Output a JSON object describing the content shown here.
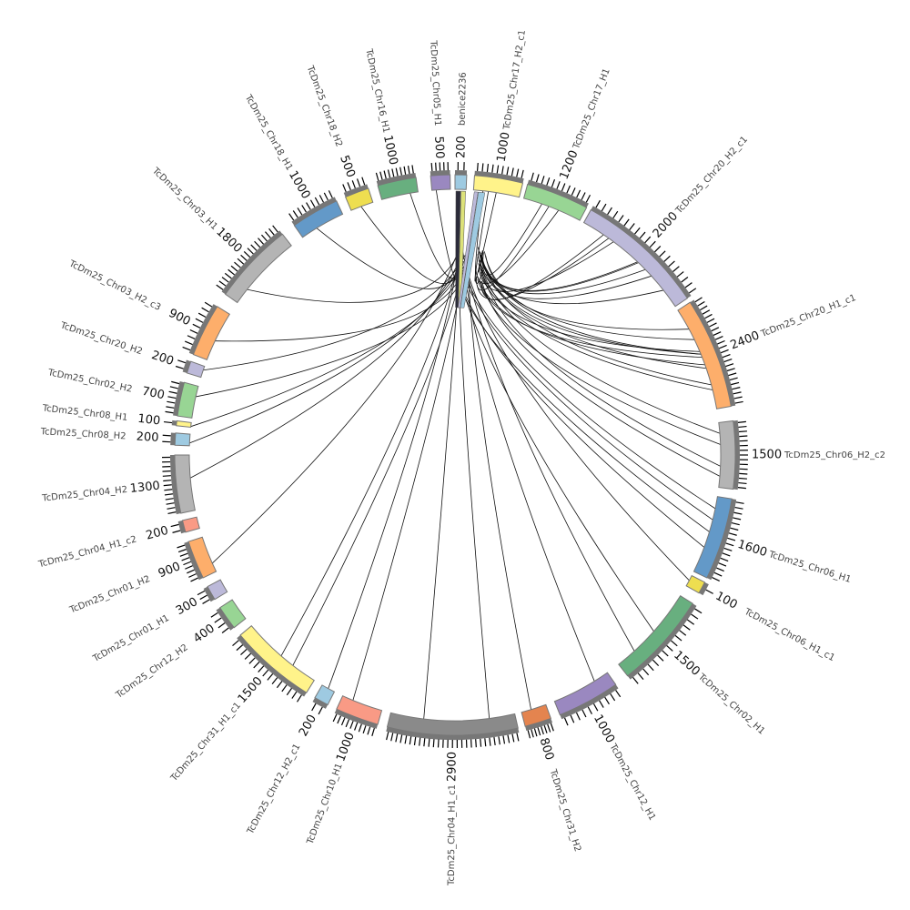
{
  "title": "",
  "chart_data": {
    "type": "circos",
    "segments": [
      {
        "name": "benice2236",
        "color": "#9ecae1",
        "max": 200
      },
      {
        "name": "TcDm25_Chr17_H2_c1",
        "color": "#fff38a",
        "max": 1000
      },
      {
        "name": "TcDm25_Chr17_H1",
        "color": "#98d594",
        "max": 1200
      },
      {
        "name": "TcDm25_Chr20_H2_c1",
        "color": "#bcb9d9",
        "max": 2000
      },
      {
        "name": "TcDm25_Chr20_H1_c1",
        "color": "#fdae6b",
        "max": 2400
      },
      {
        "name": "TcDm25_Chr06_H2_c2",
        "color": "#b4b4b4",
        "max": 1500
      },
      {
        "name": "TcDm25_Chr06_H1",
        "color": "#6399c8",
        "max": 1600
      },
      {
        "name": "TcDm25_Chr06_H1_c1",
        "color": "#eede50",
        "max": 100
      },
      {
        "name": "TcDm25_Chr02_H1",
        "color": "#68af7f",
        "max": 1500
      },
      {
        "name": "TcDm25_Chr12_H1",
        "color": "#9a88c0",
        "max": 1000
      },
      {
        "name": "TcDm25_Chr31_H2",
        "color": "#e4844f",
        "max": 800
      },
      {
        "name": "TcDm25_Chr04_H1_c1",
        "color": "#8a8a8a",
        "max": 2900
      },
      {
        "name": "TcDm25_Chr10_H1",
        "color": "#f99a85",
        "max": 1000
      },
      {
        "name": "TcDm25_Chr12_H2_c1",
        "color": "#9ecae1",
        "max": 200
      },
      {
        "name": "TcDm25_Chr31_H1_c1",
        "color": "#fff38a",
        "max": 1500
      },
      {
        "name": "TcDm25_Chr12_H2",
        "color": "#98d594",
        "max": 400
      },
      {
        "name": "TcDm25_Chr01_H1",
        "color": "#bcb9d9",
        "max": 300
      },
      {
        "name": "TcDm25_Chr01_H2",
        "color": "#fdae6b",
        "max": 900
      },
      {
        "name": "TcDm25_Chr04_H1_c2",
        "color": "#f99a85",
        "max": 200
      },
      {
        "name": "TcDm25_Chr04_H2",
        "color": "#b4b4b4",
        "max": 1300
      },
      {
        "name": "TcDm25_Chr08_H2",
        "color": "#9ecae1",
        "max": 200
      },
      {
        "name": "TcDm25_Chr08_H1",
        "color": "#fff38a",
        "max": 100
      },
      {
        "name": "TcDm25_Chr02_H2",
        "color": "#98d594",
        "max": 700
      },
      {
        "name": "TcDm25_Chr20_H2",
        "color": "#bcb9d9",
        "max": 200
      },
      {
        "name": "TcDm25_Chr03_H2_c3",
        "color": "#fdae6b",
        "max": 900
      },
      {
        "name": "TcDm25_Chr03_H1",
        "color": "#b4b4b4",
        "max": 1800
      },
      {
        "name": "TcDm25_Chr18_H1",
        "color": "#6399c8",
        "max": 1000
      },
      {
        "name": "TcDm25_Chr18_H2",
        "color": "#eede50",
        "max": 500
      },
      {
        "name": "TcDm25_Chr16_H1",
        "color": "#68af7f",
        "max": 1000
      },
      {
        "name": "TcDm25_Chr05_H1",
        "color": "#9a88c0",
        "max": 500
      }
    ],
    "hub_segment": 0,
    "links_per_segment": [
      0,
      3,
      3,
      8,
      10,
      4,
      4,
      1,
      2,
      1,
      1,
      2,
      1,
      1,
      2,
      0,
      0,
      1,
      0,
      1,
      1,
      1,
      1,
      1,
      1,
      1,
      1,
      1,
      1,
      1
    ],
    "link_color": "#111111"
  }
}
